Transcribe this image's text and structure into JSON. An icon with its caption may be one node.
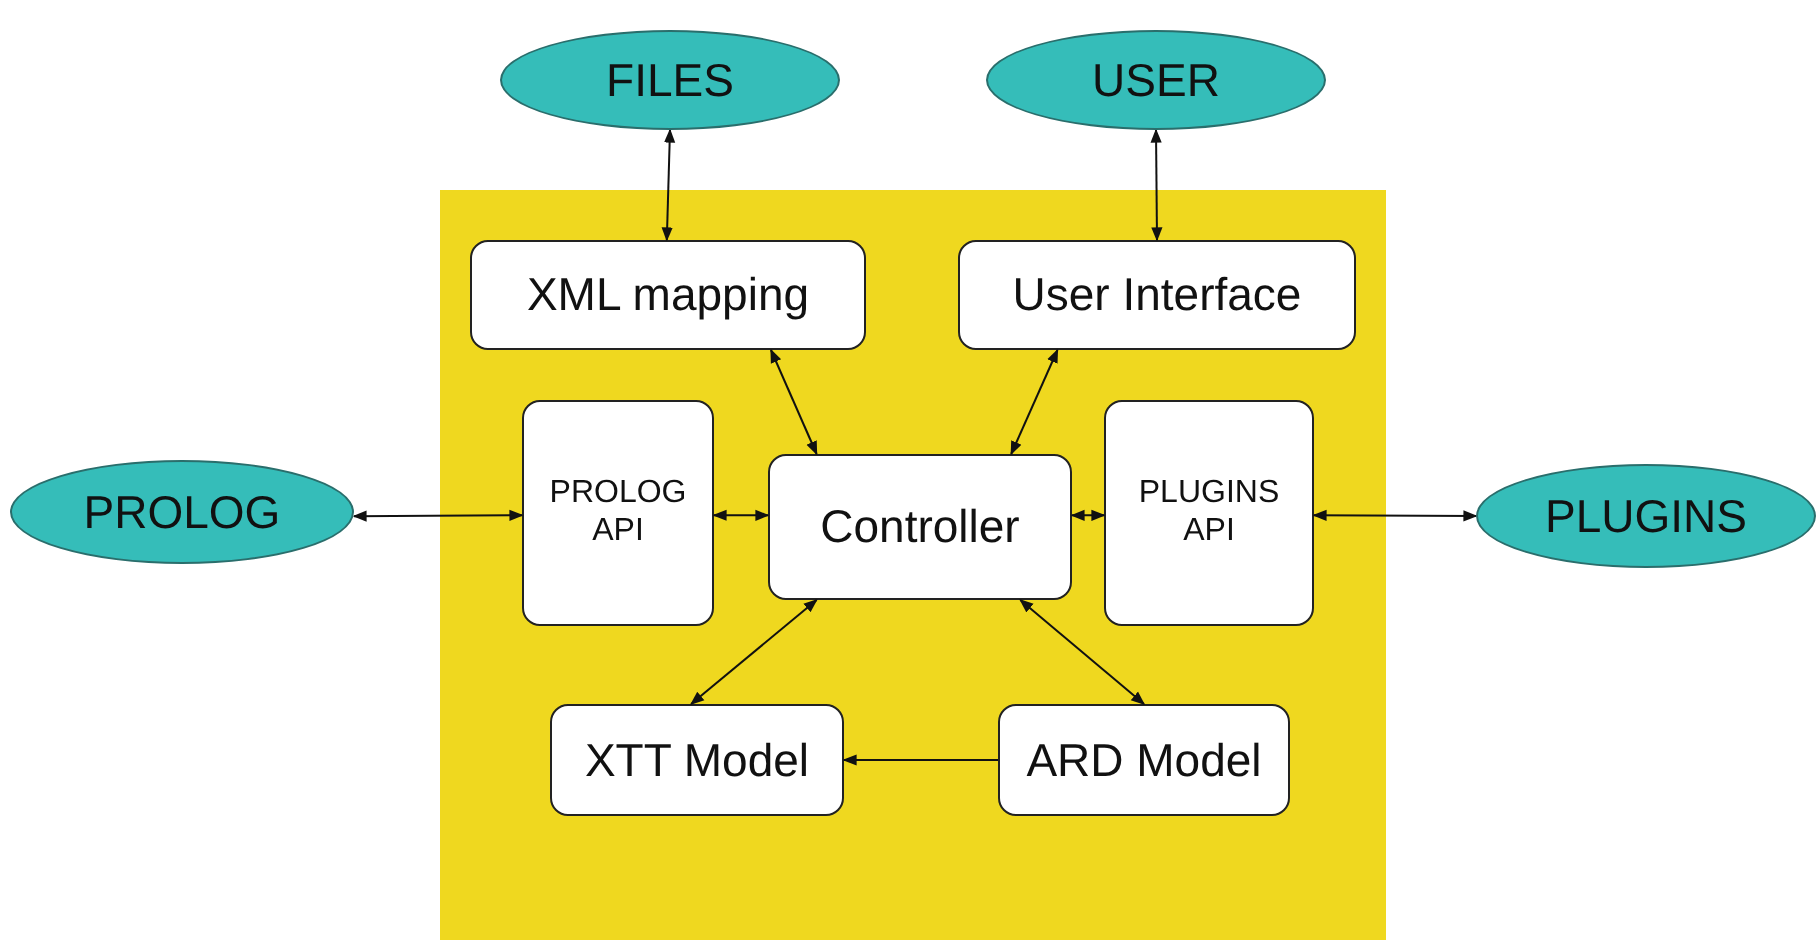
{
  "diagram": {
    "nodes": [
      {
        "text": [
          "FILES"
        ]
      },
      {
        "text": [
          "USER"
        ]
      },
      {
        "text": [],
        "shape": "box"
      },
      {
        "text": [
          "XML mapping"
        ],
        "in": 2
      },
      {
        "text": [
          "User Interface"
        ],
        "in": 2
      },
      {
        "text": [
          "PROLOG"
        ]
      },
      {
        "text": [
          "PROLOG API"
        ],
        "in": 2
      },
      {
        "text": [
          "Controller"
        ],
        "in": 2
      },
      {
        "text": [
          "PLUGINS API"
        ],
        "in": 2
      },
      {
        "text": [
          "PLUGINS"
        ]
      },
      {
        "text": [
          "XTT Model"
        ],
        "in": 2
      },
      {
        "text": [
          "ARD Model"
        ],
        "in": 2
      }
    ],
    "edges": [
      {
        "from": 0,
        "to": 3,
        "arrow": "both"
      },
      {
        "from": 1,
        "to": 4,
        "arrow": "both"
      },
      {
        "from": 3,
        "to": 7,
        "arrow": "both"
      },
      {
        "from": 4,
        "to": 7,
        "arrow": "both"
      },
      {
        "from": 5,
        "to": 6,
        "arrow": "both"
      },
      {
        "from": 6,
        "to": 7,
        "arrow": "both"
      },
      {
        "from": 7,
        "to": 8,
        "arrow": "both"
      },
      {
        "from": 8,
        "to": 9,
        "arrow": "both"
      },
      {
        "from": 7,
        "to": 10,
        "arrow": "both"
      },
      {
        "from": 7,
        "to": 11,
        "arrow": "both"
      },
      {
        "from": 11,
        "to": 10,
        "arrow": "to"
      }
    ]
  }
}
